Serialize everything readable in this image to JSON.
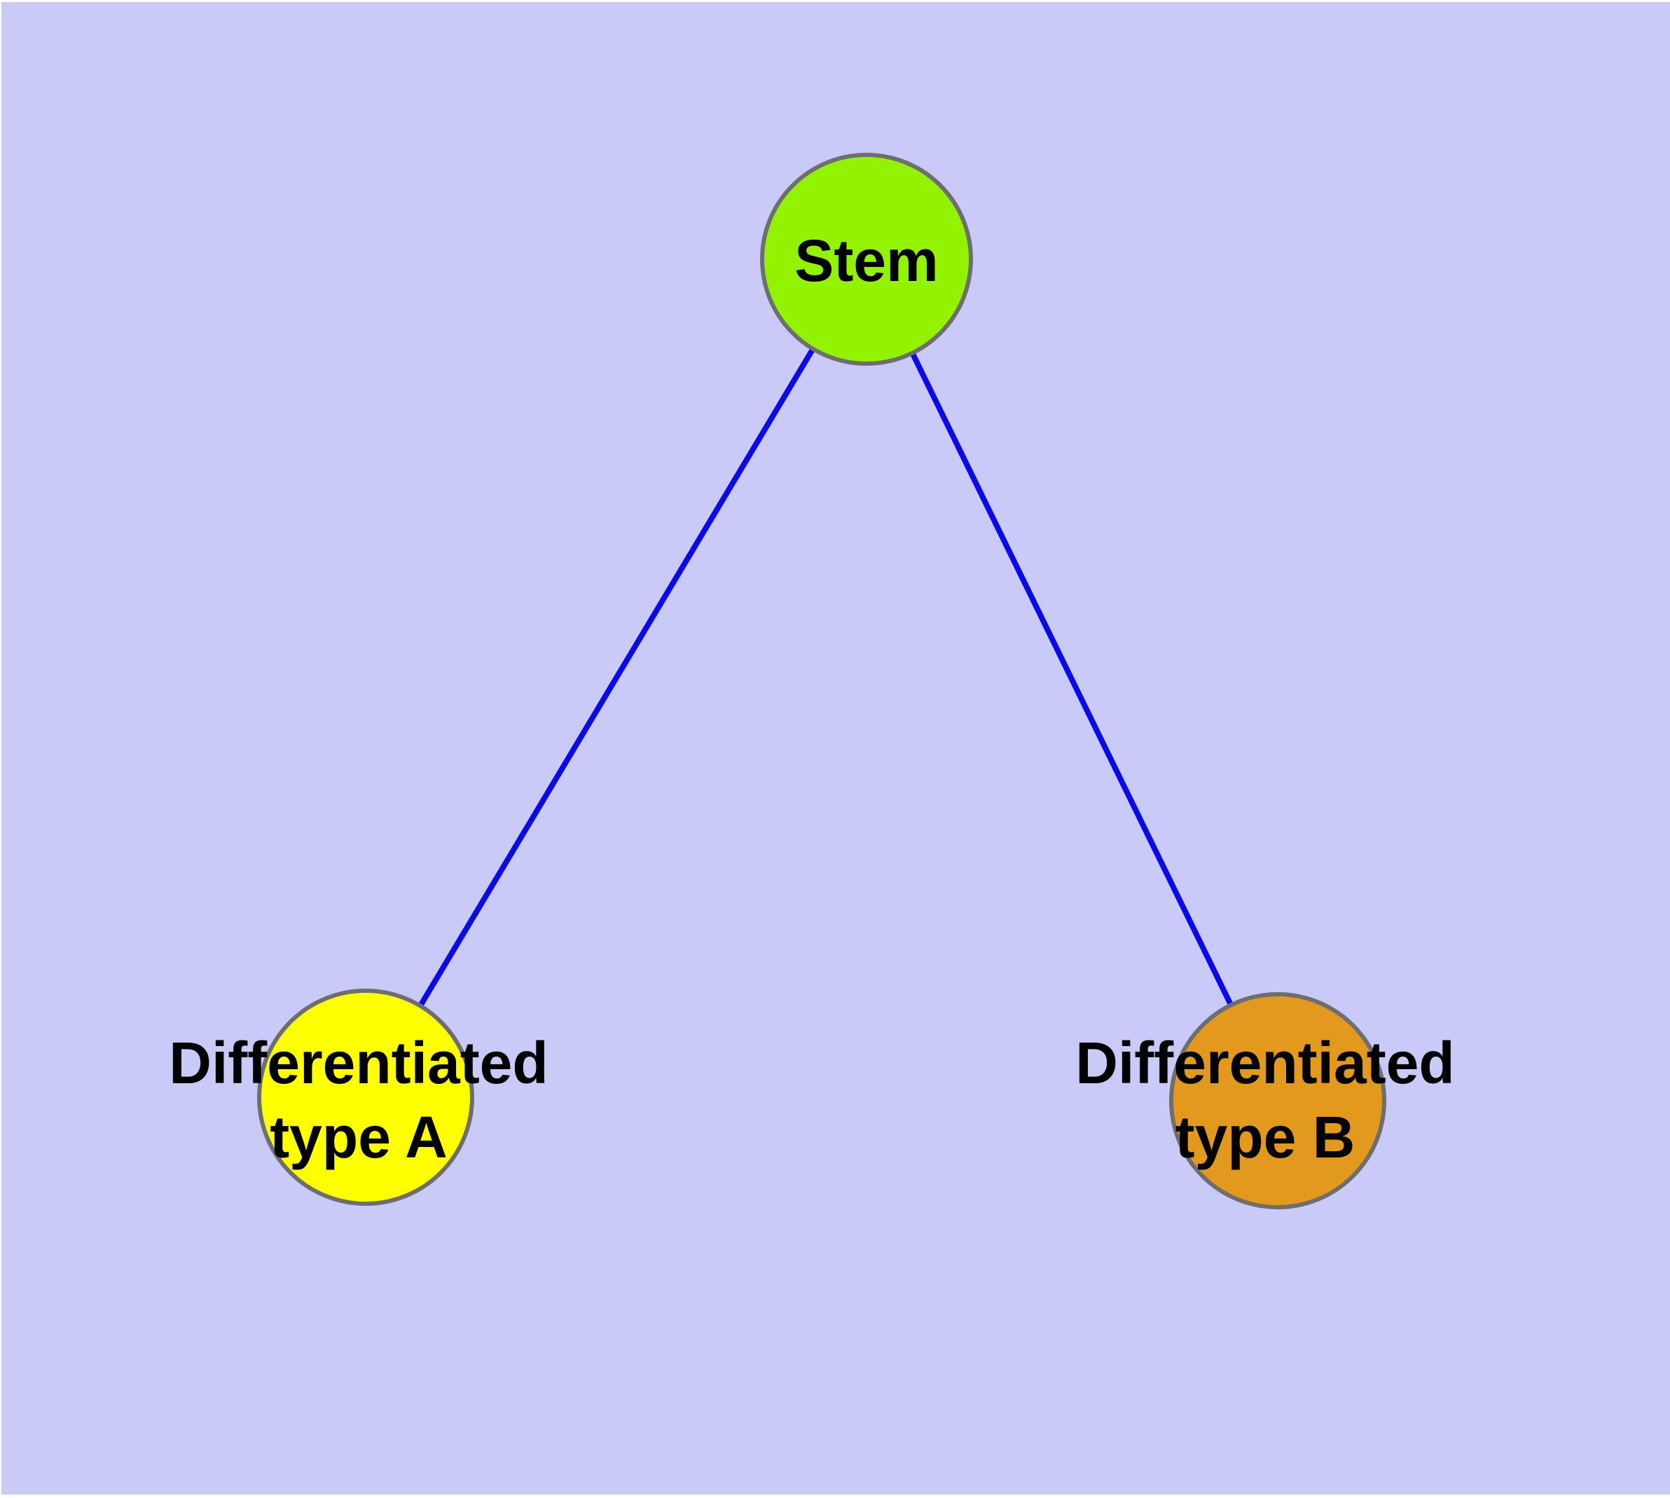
{
  "canvas": {
    "background_color": "#CACAF8",
    "frame_color": "#FFFFFF"
  },
  "graph": {
    "edge_color": "#0A0AE8",
    "node_border_color": "#6E6E6E",
    "label_color": "#000000",
    "nodes": [
      {
        "id": "stem",
        "label": "Stem",
        "lines": [
          "Stem"
        ],
        "fill": "#93F200"
      },
      {
        "id": "differentiated-type-a",
        "label": "Differentiated type A",
        "lines": [
          "Differentiated",
          "type A"
        ],
        "fill": "#FFFF00"
      },
      {
        "id": "differentiated-type-b",
        "label": "Differentiated type B",
        "lines": [
          "Differentiated",
          "type B"
        ],
        "fill": "#E2991E"
      }
    ],
    "edges": [
      {
        "from": "Stem",
        "to": "Differentiated type A"
      },
      {
        "from": "Stem",
        "to": "Differentiated type B"
      }
    ]
  }
}
